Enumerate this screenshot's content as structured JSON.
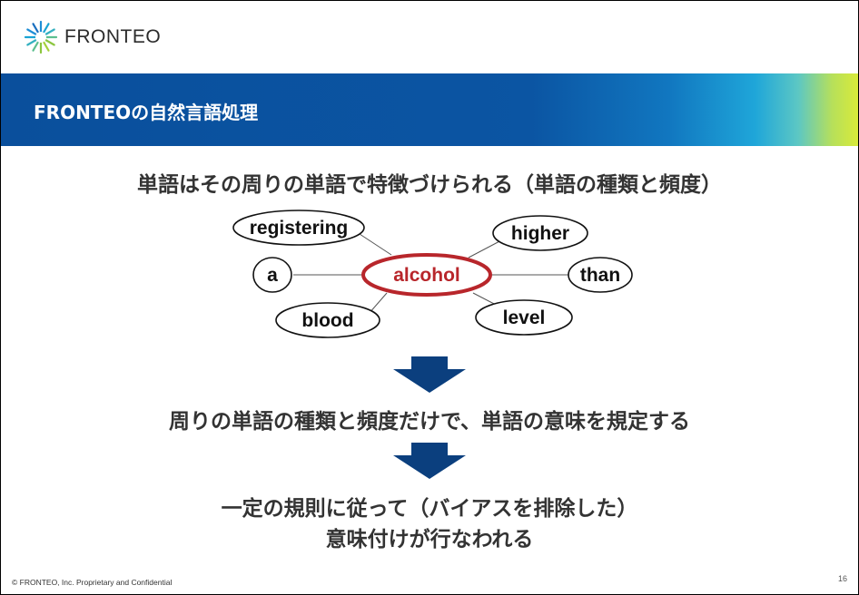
{
  "header": {
    "logo_text": "FRONTEO"
  },
  "title_bar": {
    "title": "FRONTEOの自然言語処理"
  },
  "content": {
    "heading1": "単語はその周りの単語で特徴づけられる（単語の種類と頻度）",
    "center_word": "alcohol",
    "surrounding_words": {
      "registering": "registering",
      "higher": "higher",
      "a": "a",
      "than": "than",
      "blood": "blood",
      "level": "level"
    },
    "heading2": "周りの単語の種類と頻度だけで、単語の意味を規定する",
    "heading3_line1": "一定の規則に従って（バイアスを排除した）",
    "heading3_line2": "意味付けが行なわれる"
  },
  "footer": {
    "copyright": "© FRONTEO, Inc.  Proprietary and Confidential",
    "page_number": "16"
  },
  "colors": {
    "title_bar": "#0b55a3",
    "center_accent": "#b8262b",
    "arrow": "#0b3f7e",
    "logo_blue": "#1f8ed6",
    "logo_green": "#8cc63f"
  }
}
